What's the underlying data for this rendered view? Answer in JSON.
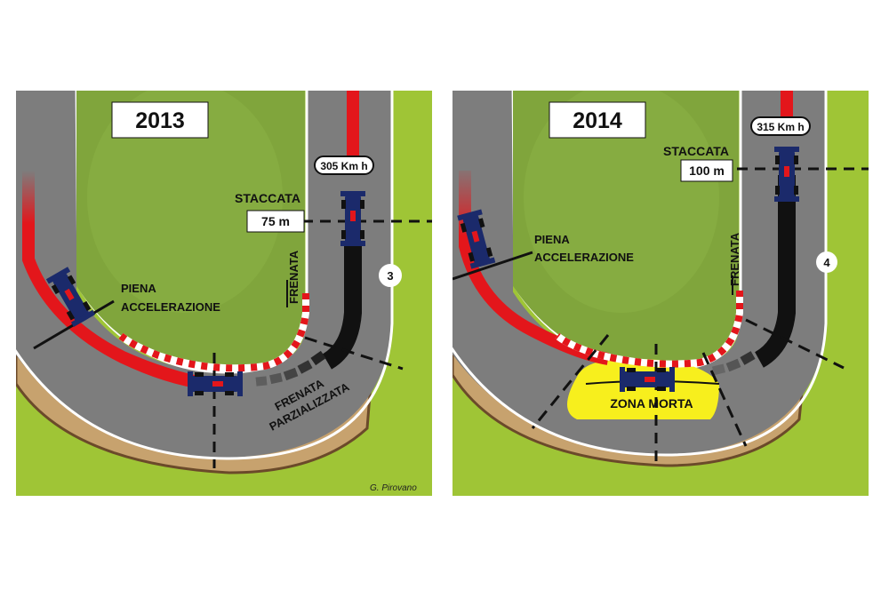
{
  "colors": {
    "grass": "#9fc536",
    "infield": "#80a53c",
    "asphalt": "#7d7d7d",
    "runoff": "#c7a26e",
    "kerb_red": "#e3161b",
    "dead_zone": "#f7ef1d",
    "car_blue": "#1b2a6b"
  },
  "left": {
    "year": "2013",
    "speed": "305 Km h",
    "braking_label": "STACCATA",
    "braking_distance": "75 m",
    "full_accel_line1": "PIENA",
    "full_accel_line2": "ACCELERAZIONE",
    "braking_zone": "FRENATA",
    "partial_line1": "FRENATA",
    "partial_line2": "PARZIALIZZATA",
    "corner_number": "3"
  },
  "right": {
    "year": "2014",
    "speed": "315 Km h",
    "braking_label": "STACCATA",
    "braking_distance": "100 m",
    "full_accel_line1": "PIENA",
    "full_accel_line2": "ACCELERAZIONE",
    "braking_zone": "FRENATA",
    "dead_zone": "ZONA MORTA",
    "corner_number": "4"
  },
  "credit": "G. Pirovano"
}
